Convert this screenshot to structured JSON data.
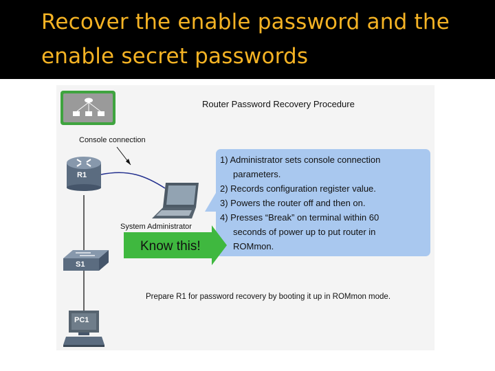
{
  "slide": {
    "title_line1": "Recover the enable password and the",
    "title_line2": "enable secret passwords",
    "title_color": "#f5b324",
    "background_color": "#000000"
  },
  "diagram": {
    "title": "Router Password Recovery Procedure",
    "console_label": "Console connection",
    "sysadmin_label": "System Administrator",
    "router_label": "R1",
    "switch_label": "S1",
    "pc_label": "PC1",
    "callout": "Know this!",
    "callout_color": "#3fb83f",
    "steps_box_color": "#a9c8ef",
    "steps": [
      "1) Administrator sets console connection",
      "parameters.",
      "2) Records configuration register value.",
      "3) Powers the router off and then on.",
      "4) Presses “Break” on terminal within 60",
      "seconds of power up to put router in",
      "ROMmon."
    ],
    "caption": "Prepare R1 for password recovery by booting it up in ROMmon mode."
  }
}
